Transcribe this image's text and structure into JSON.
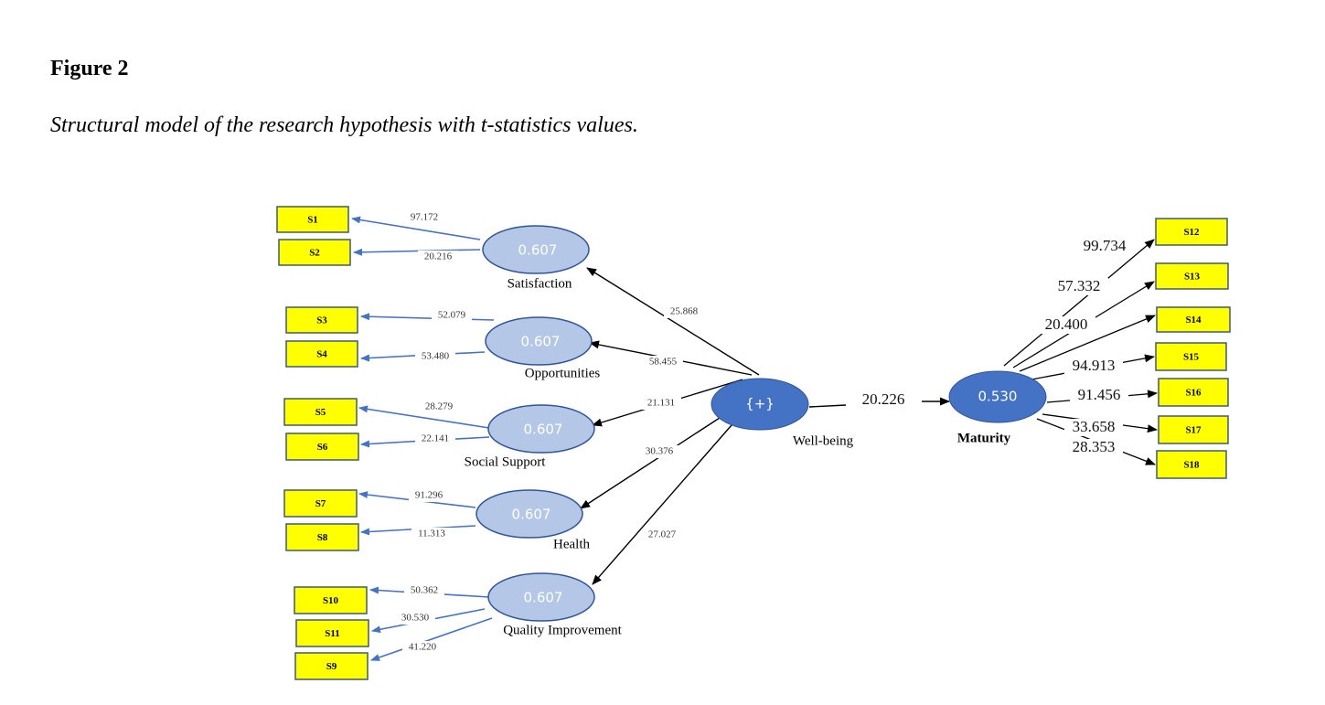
{
  "figure": {
    "title": "Figure 2",
    "caption": "Structural model of the research hypothesis with t-statistics values."
  },
  "colors": {
    "indicator_fill": "#ffff00",
    "indicator_border": "#3e5a72",
    "first_order_fill": "#b4c7e7",
    "first_order_border": "#2f5597",
    "second_order_fill": "#4472c4",
    "measurement_arrow": "#4472c4",
    "structural_arrow": "#000000"
  },
  "second_order": {
    "id": "wellbeing",
    "label": "Well-being",
    "value": "{+}"
  },
  "outcome": {
    "id": "maturity",
    "label": "Maturity",
    "value": "0.530"
  },
  "path_wellbeing_maturity": "20.226",
  "first_order": [
    {
      "id": "satisfaction",
      "label": "Satisfaction",
      "value": "0.607",
      "path_t": "25.868",
      "indicators": [
        {
          "name": "S1",
          "t": "97.172"
        },
        {
          "name": "S2",
          "t": "20.216"
        }
      ]
    },
    {
      "id": "opportunities",
      "label": "Opportunities",
      "value": "0.607",
      "path_t": "58.455",
      "indicators": [
        {
          "name": "S3",
          "t": "52.079"
        },
        {
          "name": "S4",
          "t": "53.480"
        }
      ]
    },
    {
      "id": "social-support",
      "label": "Social Support",
      "value": "0.607",
      "path_t": "21.131",
      "indicators": [
        {
          "name": "S5",
          "t": "28.279"
        },
        {
          "name": "S6",
          "t": "22.141"
        }
      ]
    },
    {
      "id": "health",
      "label": "Health",
      "value": "0.607",
      "path_t": "30.376",
      "indicators": [
        {
          "name": "S7",
          "t": "91.296"
        },
        {
          "name": "S8",
          "t": "11.313"
        }
      ]
    },
    {
      "id": "quality-improvement",
      "label": "Quality Improvement",
      "value": "0.607",
      "path_t": "27.027",
      "indicators": [
        {
          "name": "S10",
          "t": "50.362"
        },
        {
          "name": "S11",
          "t": "30.530"
        },
        {
          "name": "S9",
          "t": "41.220"
        }
      ]
    }
  ],
  "maturity_indicators": [
    {
      "name": "S12",
      "t": "99.734"
    },
    {
      "name": "S13",
      "t": "57.332"
    },
    {
      "name": "S14",
      "t": "20.400"
    },
    {
      "name": "S15",
      "t": "94.913"
    },
    {
      "name": "S16",
      "t": "91.456"
    },
    {
      "name": "S17",
      "t": "33.658"
    },
    {
      "name": "S18",
      "t": "28.353"
    }
  ]
}
